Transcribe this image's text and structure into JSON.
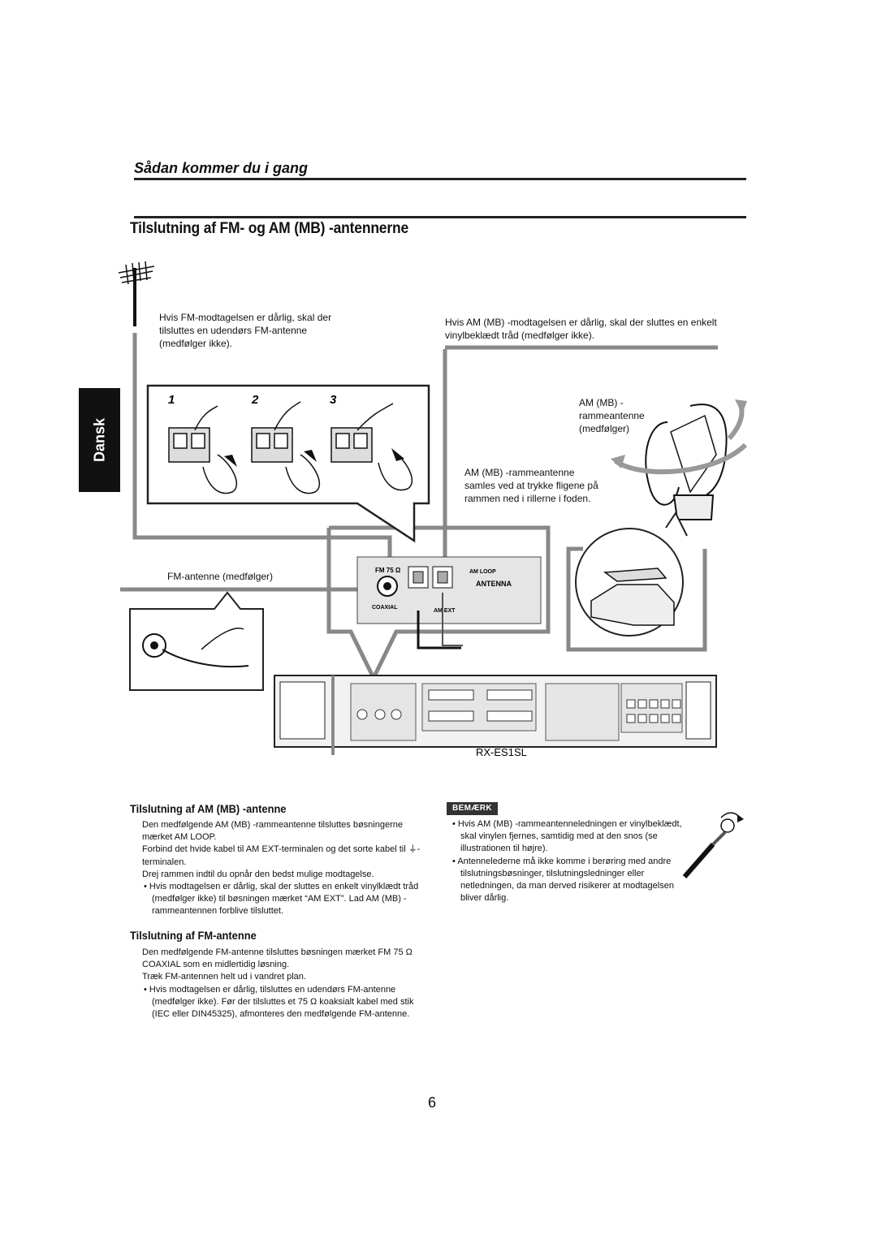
{
  "header": {
    "section_title": "Sådan kommer du i gang",
    "language_tab": "Dansk"
  },
  "main_heading": "Tilslutning af FM- og AM (MB) -antennerne",
  "diagram": {
    "fm_caption": "Hvis FM-modtagelsen er dårlig, skal der tilsluttes en udendørs FM-antenne (medfølger ikke).",
    "am_caption": "Hvis AM (MB) -modtagelsen er dårlig, skal der sluttes en enkelt vinylbeklædt tråd (medfølger ikke).",
    "steps": [
      "1",
      "2",
      "3"
    ],
    "loop_label": "AM (MB) -rammeantenne (medfølger)",
    "loop_assembly_note": "AM (MB) -rammeantenne samles ved at trykke fligene på rammen ned i rillerne i foden.",
    "fm_antenna_label": "FM-antenne (medfølger)",
    "terminal_labels": {
      "fm": "FM 75 Ω",
      "coaxial": "COAXIAL",
      "am_loop": "AM LOOP",
      "antenna": "ANTENNA",
      "am_ext": "AM EXT"
    },
    "model": "RX-ES1SL"
  },
  "section_am": {
    "heading": "Tilslutning af AM (MB) -antenne",
    "p1": "Den medfølgende AM (MB) -rammeantenne tilsluttes bøsningerne mærket AM LOOP.",
    "p2": "Forbind det hvide kabel til AM EXT-terminalen og det sorte kabel til ⏚-terminalen.",
    "p3": "Drej rammen indtil du opnår den bedst mulige modtagelse.",
    "bullet": "Hvis modtagelsen er dårlig, skal der sluttes en enkelt vinylklædt tråd (medfølger ikke) til bøsningen mærket “AM EXT”. Lad AM (MB) -rammeantennen forblive tilsluttet."
  },
  "section_fm": {
    "heading": "Tilslutning af FM-antenne",
    "p1": "Den medfølgende FM-antenne tilsluttes bøsningen mærket FM 75 Ω COAXIAL som en midlertidig løsning.",
    "p2": "Træk FM-antennen helt ud i vandret plan.",
    "bullet": "Hvis modtagelsen er dårlig, tilsluttes en udendørs FM-antenne (medfølger ikke). Før der tilsluttes et 75 Ω koaksialt kabel med stik (IEC eller DIN45325), afmonteres den medfølgende FM-antenne."
  },
  "note": {
    "badge": "BEMÆRK",
    "bullets": [
      "Hvis AM (MB) -rammeantenneledningen er vinylbeklædt, skal vinylen fjernes, samtidig med at den snos (se illustrationen til højre).",
      "Antennelederne må ikke komme i berøring med andre tilslutningsbøsninger, tilslutningsledninger eller netledningen, da man derved risikerer at modtagelsen bliver dårlig."
    ]
  },
  "page_number": "6"
}
